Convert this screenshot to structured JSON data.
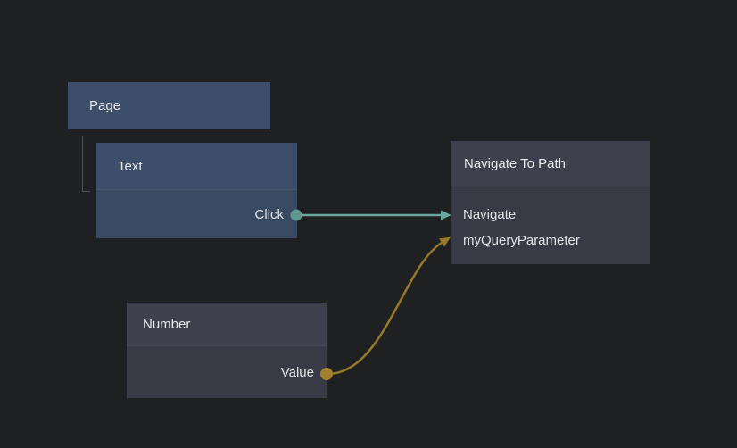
{
  "canvas": {
    "type": "node-graph-editor"
  },
  "nodes": {
    "page": {
      "title": "Page"
    },
    "text": {
      "title": "Text",
      "ports": [
        {
          "label": "Click",
          "direction": "output"
        }
      ]
    },
    "navigate": {
      "title": "Navigate To Path",
      "ports": [
        {
          "label": "Navigate",
          "direction": "input"
        },
        {
          "label": "myQueryParameter",
          "direction": "input"
        }
      ]
    },
    "number": {
      "title": "Number",
      "ports": [
        {
          "label": "Value",
          "direction": "output"
        }
      ]
    }
  },
  "edges": [
    {
      "from": "Text.Click",
      "to": "Navigate To Path.Navigate",
      "color": "#6aa89f",
      "dot_color": "#5f968e"
    },
    {
      "from": "Number.Value",
      "to": "Navigate To Path.myQueryParameter",
      "color": "#96792a",
      "dot_color": "#a3802b"
    }
  ],
  "colors": {
    "background": "#1f2021",
    "node_blue_header": "#3c4e6a",
    "node_blue_body": "#394a63",
    "node_gray_header": "#3e404d",
    "node_gray_body": "#383a45",
    "tree_connector": "#515257",
    "title_text": "#e8e9ea"
  }
}
